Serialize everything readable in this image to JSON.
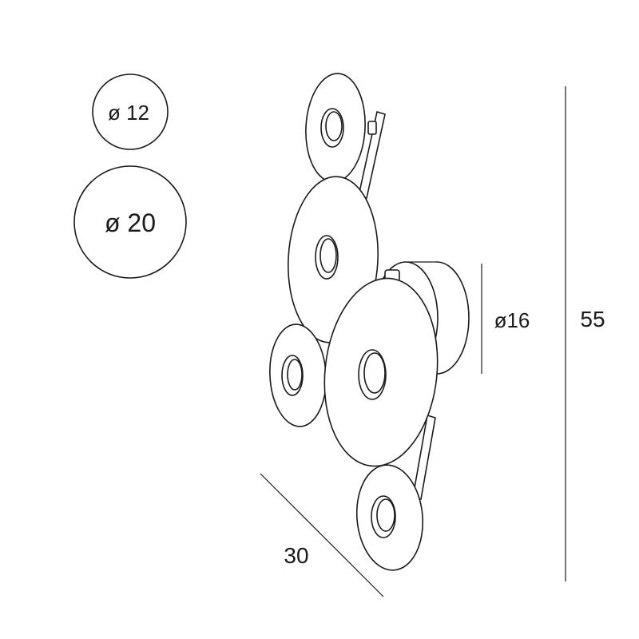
{
  "legend": {
    "small_diameter": "ø 12",
    "large_diameter": "ø 20"
  },
  "dimensions": {
    "depth": "30",
    "height": "55",
    "base_diameter": "ø16"
  },
  "colors": {
    "stroke": "#1a1a1a",
    "background": "#ffffff"
  }
}
